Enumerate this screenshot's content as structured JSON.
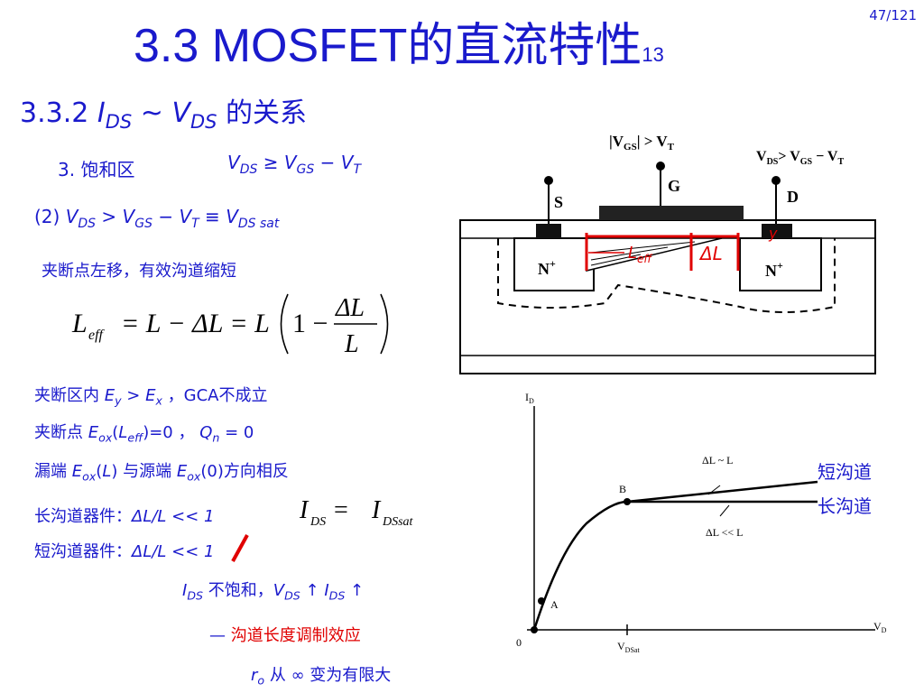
{
  "page": {
    "number": "47/121"
  },
  "title": {
    "main": "3.3  MOSFET的直流特性",
    "sub": "13"
  },
  "section": {
    "label": "3.3.2  ",
    "ids": "I",
    "ids_sub": "DS",
    "tilde": " ~ ",
    "vds": "V",
    "vds_sub": "DS",
    "rest": " 的关系"
  },
  "items": {
    "saturation_head": "3. 饱和区",
    "cond1": {
      "v1": "V",
      "s1": "DS",
      "op": " ≥ ",
      "v2": "V",
      "s2": "GS",
      "minus": " − ",
      "v3": "V",
      "s3": "T"
    },
    "cond2": {
      "prefix": "(2) ",
      "v1": "V",
      "s1": "DS",
      "op": " > ",
      "v2": "V",
      "s2": "GS",
      "minus": " − ",
      "v3": "V",
      "s3": "T",
      "eq": " ≡ ",
      "v4": "V",
      "s4": "DS sat"
    },
    "pinch_move": "夹断点左移，有效沟道缩短",
    "pinch_region": {
      "a": "夹断区内 ",
      "e1": "E",
      "s1": "y",
      "op": " > ",
      "e2": "E",
      "s2": "x",
      "rest": " ，GCA不成立"
    },
    "pinch_point": {
      "a": "夹断点 ",
      "e": "E",
      "s": "ox",
      "p1": "(",
      "l": "L",
      "ls": "eff",
      "p2": ")=0 ， ",
      "q": "Q",
      "qs": "n",
      "rest": " = 0"
    },
    "leak": {
      "a": "漏端 ",
      "e": "E",
      "s": "ox",
      "b": "(",
      "l": "L",
      "c": ") 与源端 ",
      "e2": "E",
      "s2": "ox",
      "d": "(0)方向相反"
    },
    "long_dev": {
      "a": "长沟道器件：",
      "b": "ΔL/L << 1"
    },
    "short_dev": {
      "a": "短沟道器件：",
      "b": "ΔL/L << 1"
    },
    "unsat": {
      "i": "I",
      "is": "DS",
      "a": " 不饱和，",
      "v": "V",
      "vs": "DS",
      "arrow1": " ↑  ",
      "i2": "I",
      "i2s": "DS",
      "arrow2": " ↑"
    },
    "clm": {
      "dash": "— ",
      "text": "沟道长度调制效应"
    },
    "ro": {
      "r": "r",
      "rs": "o",
      "text": " 从 ∞ 变为有限大"
    }
  },
  "formula": {
    "lhs": "L",
    "lhs_sub": "eff",
    "mid": "= L − ΔL = L",
    "one": "1 − ",
    "num": "ΔL",
    "den": "L"
  },
  "formula2": {
    "lhs": "I",
    "lhs_sub": "DS",
    "eq": " = ",
    "rhs": "I",
    "rhs_sub": "DSsat"
  },
  "device": {
    "vgs_label": "|V",
    "vgs_sub": "GS",
    "vgs_rest": "| > V",
    "vt_sub": "T",
    "vds_label": "V",
    "vds_sub": "DS",
    "vds_rest": "> V",
    "vgs2_sub": "GS",
    "vds_minus": " − V",
    "vt2_sub": "T",
    "s": "S",
    "g": "G",
    "d": "D",
    "np": "N",
    "plus": "+",
    "np2": "N",
    "leff": "L",
    "leff_sub": "eff",
    "dl": "ΔL",
    "y": "y"
  },
  "chart_labels": {
    "id": "I",
    "id_sub": "D",
    "vd": "V",
    "vd_sub": "D",
    "origin": "0",
    "b": "B",
    "a": "A",
    "vdsat": "V",
    "vdsat_sub": "DSat",
    "dl_l": "ΔL ~ L",
    "dl_ll": "ΔL << L",
    "short": "短沟道",
    "long": "长沟道"
  },
  "colors": {
    "accent": "#1a1acc",
    "red": "#e00000"
  }
}
